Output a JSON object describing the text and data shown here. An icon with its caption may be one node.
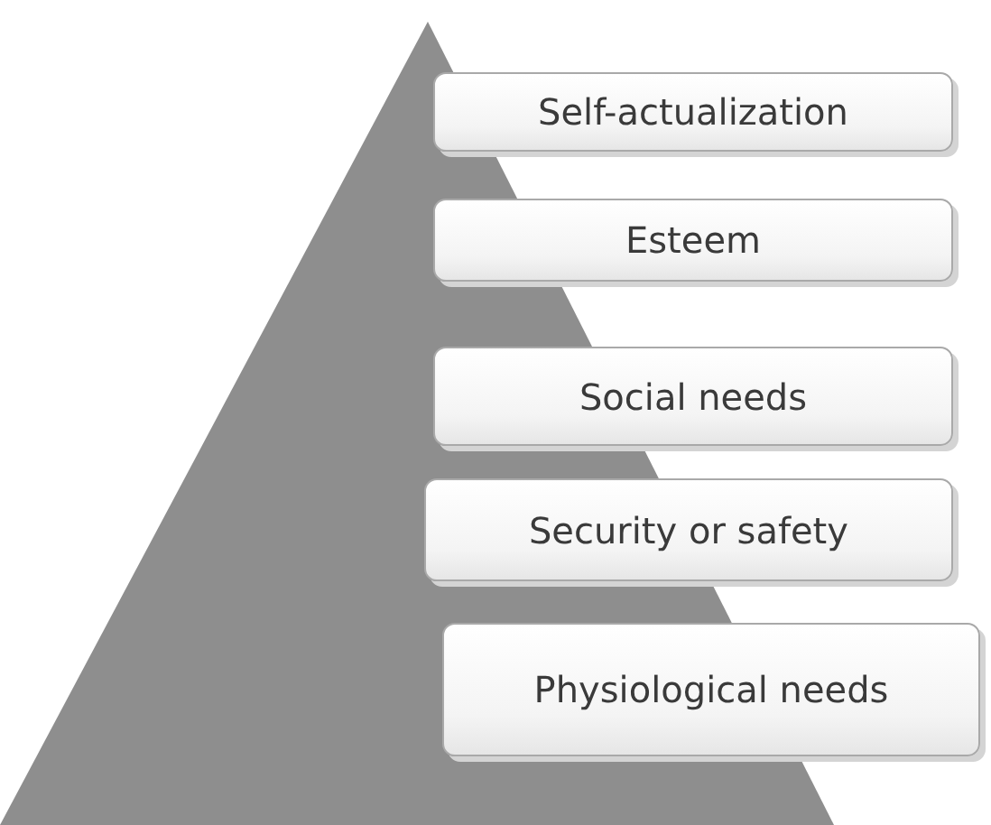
{
  "diagram": {
    "nodes": [
      {
        "text": [
          "Self-actualization"
        ]
      },
      {
        "text": [
          "Esteem"
        ]
      },
      {
        "text": [
          "Social needs"
        ]
      },
      {
        "text": [
          "Security or safety"
        ]
      },
      {
        "text": [
          "Physiological needs"
        ]
      }
    ]
  }
}
